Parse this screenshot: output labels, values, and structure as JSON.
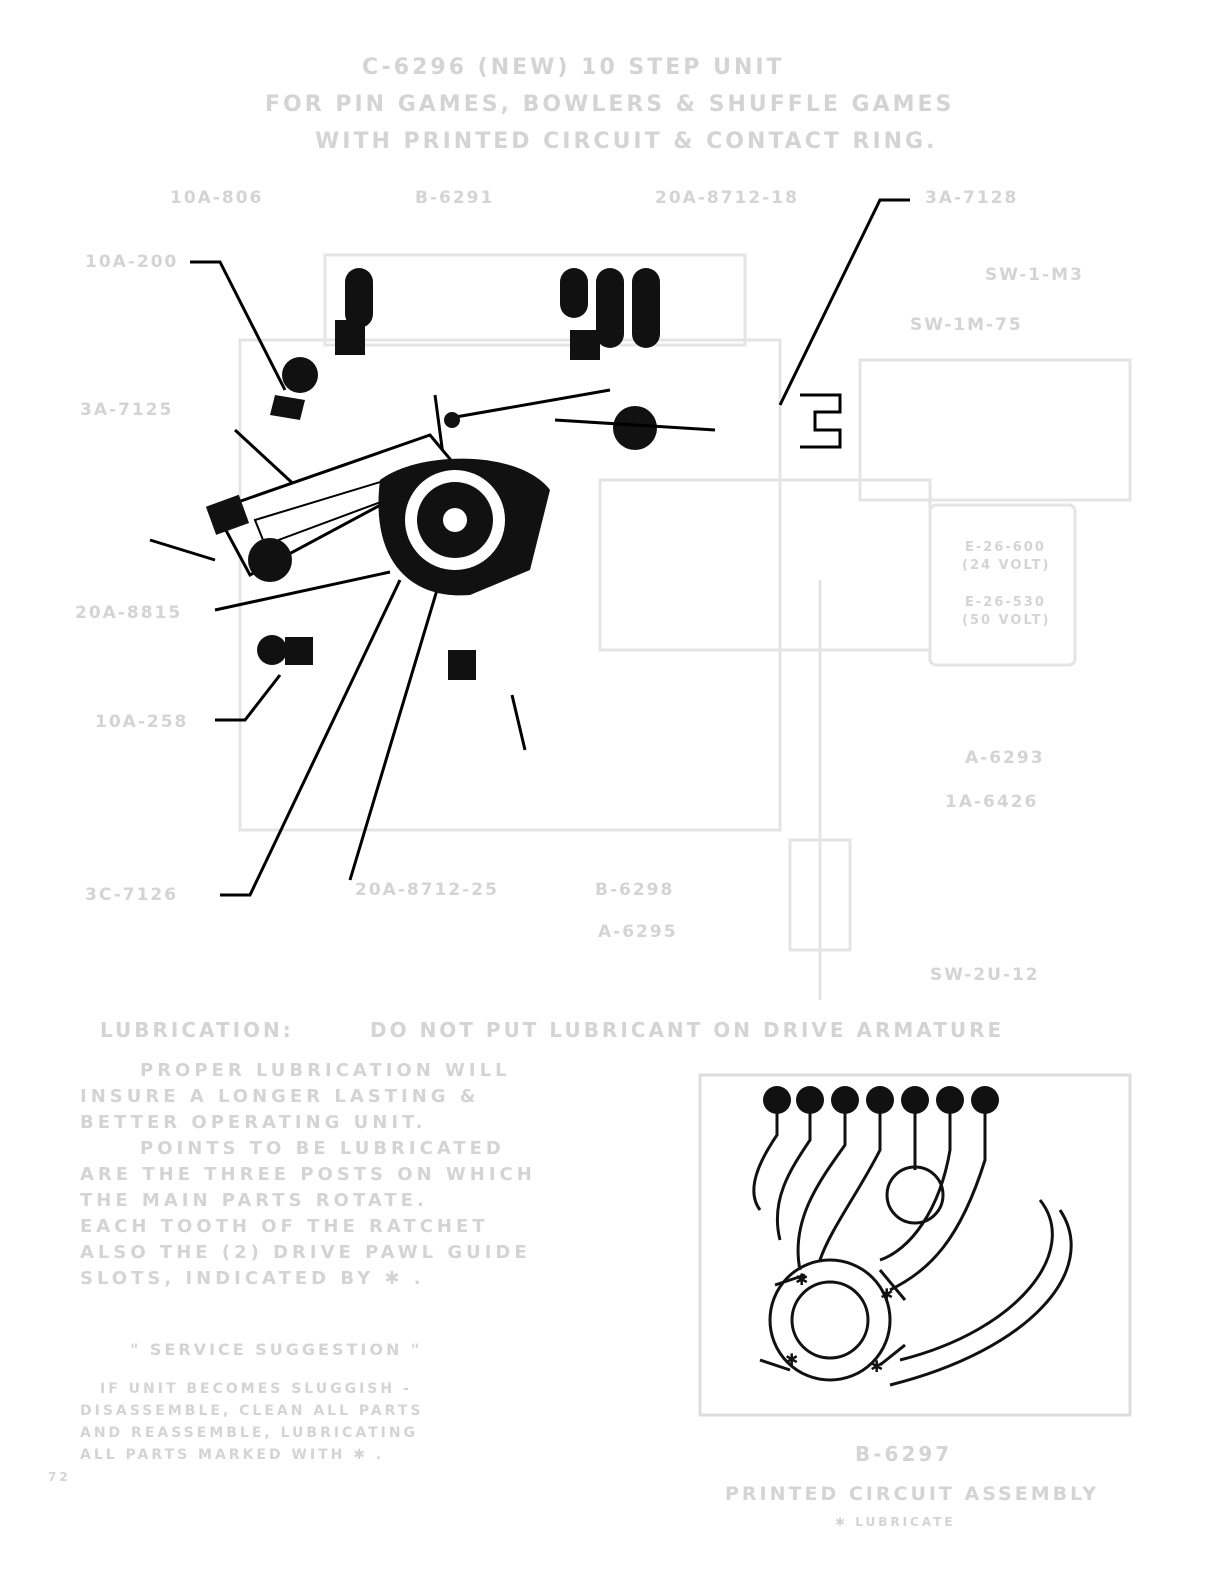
{
  "header": {
    "title": "C-6296  (NEW)  10 STEP UNIT",
    "subtitle1": "FOR PIN GAMES, BOWLERS & SHUFFLE GAMES",
    "subtitle2": "WITH PRINTED CIRCUIT & CONTACT RING."
  },
  "part_labels": {
    "p1": "10A-806",
    "p2": "B-6291",
    "p3": "20A-8712-18",
    "p4": "3A-7128",
    "p5": "10A-200",
    "p6": "SW-1-M3",
    "p7": "SW-1M-75",
    "p8": "3A-7125",
    "p9": "20A-8815",
    "p10": "10A-258",
    "p11": "3C-7126",
    "p12": "20A-8712-25",
    "p13": "B-6298",
    "p14": "A-6295",
    "p15": "A-6293",
    "p16": "1A-6426",
    "p17": "SW-2U-12",
    "coil1": "E-26-600",
    "coil1v": "(24 VOLT)",
    "coil2": "E-26-530",
    "coil2v": "(50 VOLT)"
  },
  "lubrication": {
    "heading": "LUBRICATION:",
    "warning": "DO NOT PUT LUBRICANT ON DRIVE ARMATURE",
    "lines": [
      "PROPER LUBRICATION WILL",
      "INSURE A LONGER LASTING &",
      "BETTER OPERATING UNIT.",
      "POINTS TO BE LUBRICATED",
      "ARE THE THREE POSTS ON WHICH",
      "THE MAIN PARTS ROTATE.",
      "EACH TOOTH OF THE RATCHET",
      "ALSO THE (2) DRIVE PAWL GUIDE",
      "SLOTS, INDICATED BY ✱ ."
    ]
  },
  "service": {
    "heading": "\" SERVICE SUGGESTION \"",
    "lines": [
      "IF UNIT BECOMES SLUGGISH -",
      "DISASSEMBLE, CLEAN ALL PARTS",
      "AND REASSEMBLE, LUBRICATING",
      "ALL PARTS MARKED WITH ✱ ."
    ]
  },
  "pcb": {
    "part": "B-6297",
    "caption": "PRINTED CIRCUIT ASSEMBLY",
    "note": "✱ LUBRICATE"
  },
  "page_number": "72"
}
